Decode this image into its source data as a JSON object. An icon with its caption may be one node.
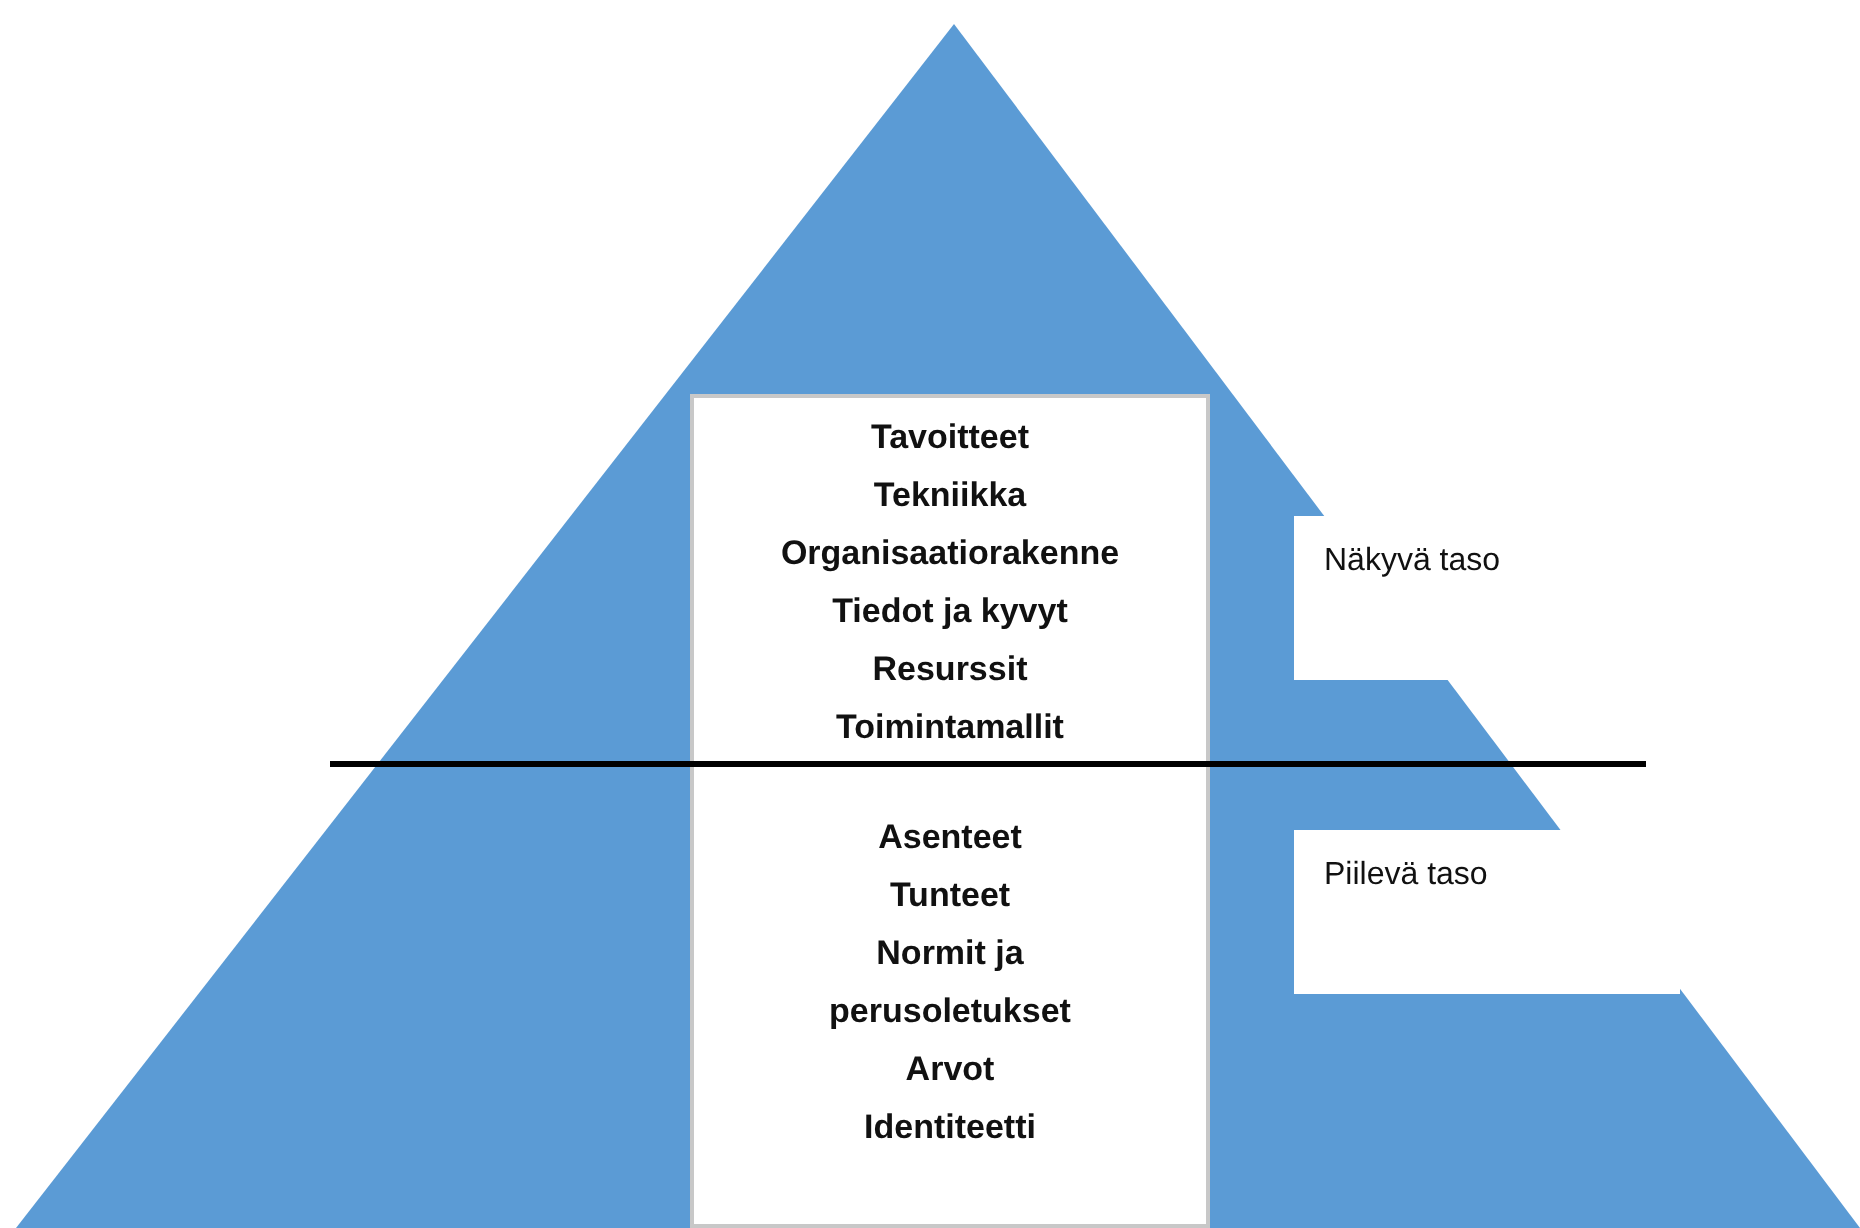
{
  "diagram": {
    "nodes": [
      {
        "text": [
          "Tavoitteet",
          "Tekniikka",
          "Organisaatiorakenne",
          "Tiedot ja kyvyt",
          "Resurssit",
          "Toimintamallit",
          "Asenteet",
          "Tunteet",
          "Normit ja perusoletukset",
          "Arvot",
          "Identiteetti"
        ]
      },
      {
        "text": [
          "Näkyvä taso"
        ]
      },
      {
        "text": [
          "Piilevä taso"
        ]
      }
    ]
  }
}
